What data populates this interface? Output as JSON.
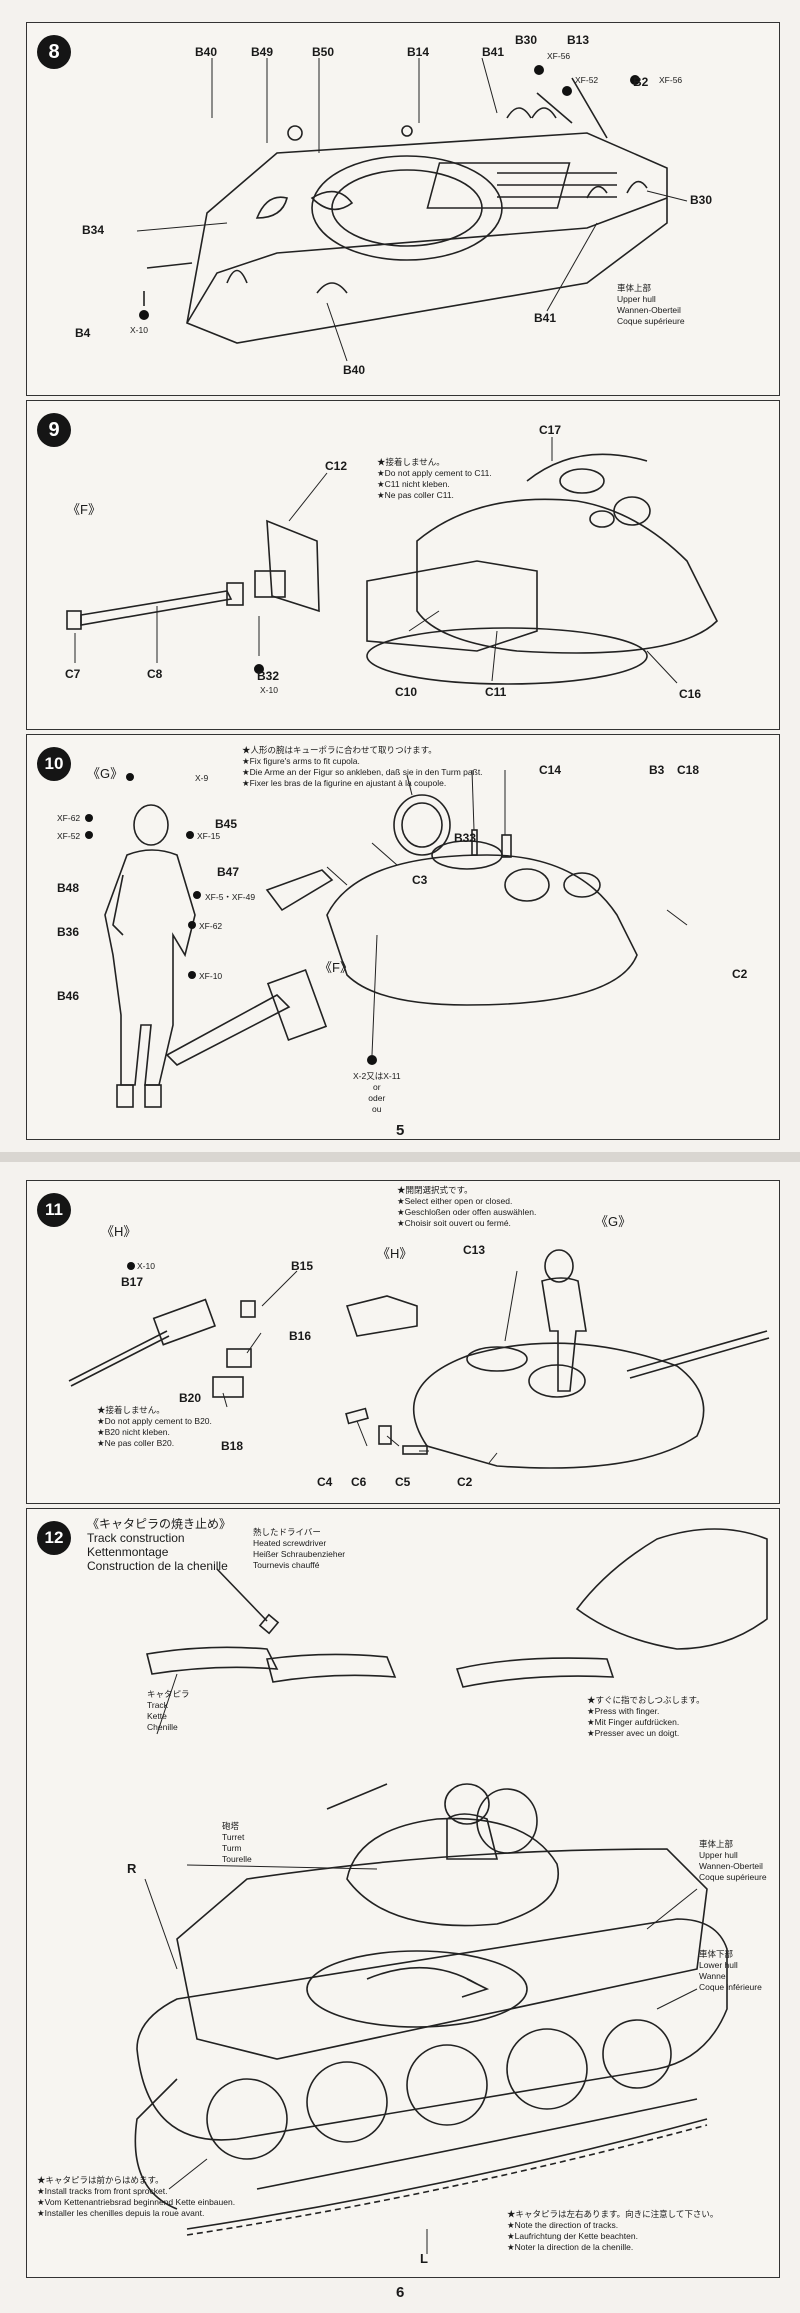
{
  "page5": {
    "page_number": "5",
    "step8": {
      "number": "8",
      "labels": [
        "B40",
        "B49",
        "B50",
        "B14",
        "B41",
        "B30",
        "B13",
        "B2",
        "B30",
        "B34",
        "B4",
        "B40",
        "B41"
      ],
      "paints": [
        "XF-56",
        "XF-52",
        "XF-56",
        "X-10"
      ],
      "upper_hull": [
        "車体上部",
        "Upper hull",
        "Wannen-Oberteil",
        "Coque supérieure"
      ]
    },
    "step9": {
      "number": "9",
      "group": "《F》",
      "labels": [
        "C12",
        "C17",
        "C7",
        "C8",
        "B32",
        "C10",
        "C11",
        "C16"
      ],
      "paints": [
        "X-10"
      ],
      "note": [
        "★接着しません。",
        "★Do not apply cement to C11.",
        "★C11 nicht kleben.",
        "★Ne pas coller C11."
      ]
    },
    "step10": {
      "number": "10",
      "group": "《G》",
      "note": [
        "★人形の腕はキューポラに合わせて取りつけます。",
        "★Fix figure's arms to fit cupola.",
        "★Die Arme an der Figur so ankleben, daß sie in den Turm paßt.",
        "★Fixer les bras de la figurine en ajustant à la coupole."
      ],
      "labels": [
        "B45",
        "B47",
        "B48",
        "B36",
        "B46",
        "C14",
        "B3",
        "C18",
        "B33",
        "C3",
        "C2"
      ],
      "paints": [
        "X-9",
        "XF-62",
        "XF-15",
        "XF-52",
        "XF-5・XF-49",
        "XF-62",
        "XF-10"
      ],
      "group_f": "《F》",
      "paint_choice": [
        "X-2又はX-11",
        "or",
        "oder",
        "ou"
      ]
    }
  },
  "page6": {
    "page_number": "6",
    "step11": {
      "number": "11",
      "group_h": "《H》",
      "group_g": "《G》",
      "group_h2": "《H》",
      "note_open": [
        "★開閉選択式です。",
        "★Select either open or closed.",
        "★Geschloßen oder offen auswählen.",
        "★Choisir soit ouvert ou fermé."
      ],
      "labels": [
        "B17",
        "B15",
        "B16",
        "B20",
        "B18",
        "C13",
        "C4",
        "C6",
        "C5",
        "C2"
      ],
      "paints": [
        "X-10"
      ],
      "note_cement": [
        "★接着しません。",
        "★Do not apply cement to B20.",
        "★B20 nicht kleben.",
        "★Ne pas coller B20."
      ]
    },
    "step12": {
      "number": "12",
      "title": [
        "《キャタピラの焼き止め》",
        "Track construction",
        "Kettenmontage",
        "Construction de la chenille"
      ],
      "driver": [
        "熱したドライバー",
        "Heated screwdriver",
        "Heißer Schraubenzieher",
        "Tournevis chauffé"
      ],
      "track": [
        "キャタピラ",
        "Track",
        "Kette",
        "Chenille"
      ],
      "press": [
        "★すぐに指でおしつぶします。",
        "★Press with finger.",
        "★Mit Finger aufdrücken.",
        "★Presser avec un doigt."
      ],
      "turret": [
        "砲塔",
        "Turret",
        "Turm",
        "Tourelle"
      ],
      "upper_hull": [
        "車体上部",
        "Upper hull",
        "Wannen-Oberteil",
        "Coque supérieure"
      ],
      "lower_hull": [
        "車体下部",
        "Lower hull",
        "Wanne",
        "Coque inférieure"
      ],
      "side_r": "R",
      "side_l": "L",
      "install": [
        "★キャタピラは前からはめます。",
        "★Install tracks from front sprocket.",
        "★Vom Kettenantriebsrad beginnend Kette einbauen.",
        "★Installer les chenilles depuis la roue avant."
      ],
      "direction": [
        "★キャタピラは左右あります。向きに注意して下さい。",
        "★Note the direction of tracks.",
        "★Laufrichtung der Kette beachten.",
        "★Noter la direction de la chenille."
      ]
    }
  }
}
